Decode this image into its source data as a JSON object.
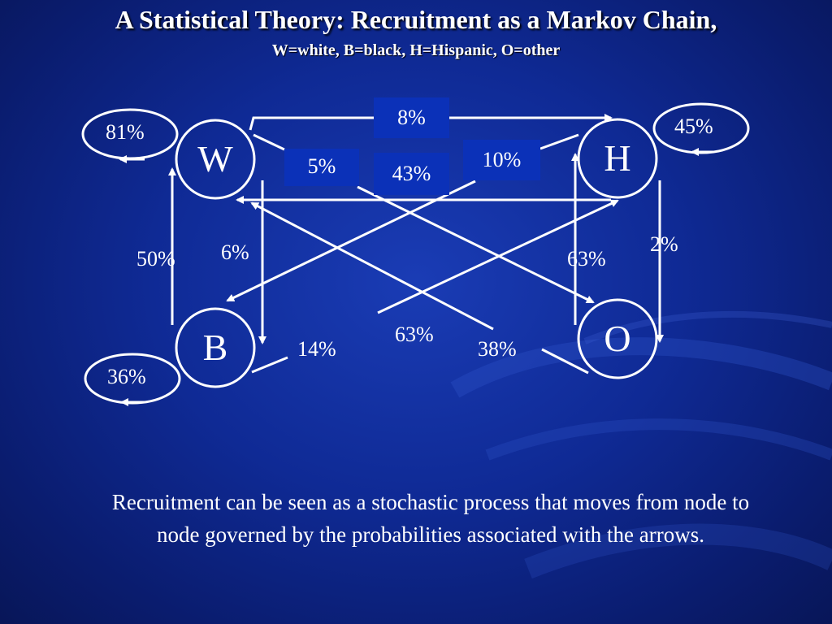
{
  "title": "A Statistical Theory: Recruitment as a Markov Chain,",
  "subtitle": "W=white, B=black, H=Hispanic, O=other",
  "nodes": {
    "w": "W",
    "h": "H",
    "b": "B",
    "o": "O"
  },
  "self_loops": {
    "w": "81%",
    "h": "45%",
    "b": "36%"
  },
  "edges": {
    "w_to_h": "8%",
    "w_to_o": "5%",
    "h_to_w": "43%",
    "h_to_b": "10%",
    "w_to_b": "6%",
    "b_to_w": "50%",
    "o_to_h": "63%",
    "h_to_o": "2%",
    "b_to_h": "14%",
    "b_to_o": "63%",
    "o_to_w": "38%"
  },
  "caption": "Recruitment can be seen as a stochastic process that moves from node to node governed by the probabilities associated with the arrows.",
  "colors": {
    "background": "#0f2a95",
    "label_box": "#0b31b8",
    "foreground": "#ffffff"
  }
}
